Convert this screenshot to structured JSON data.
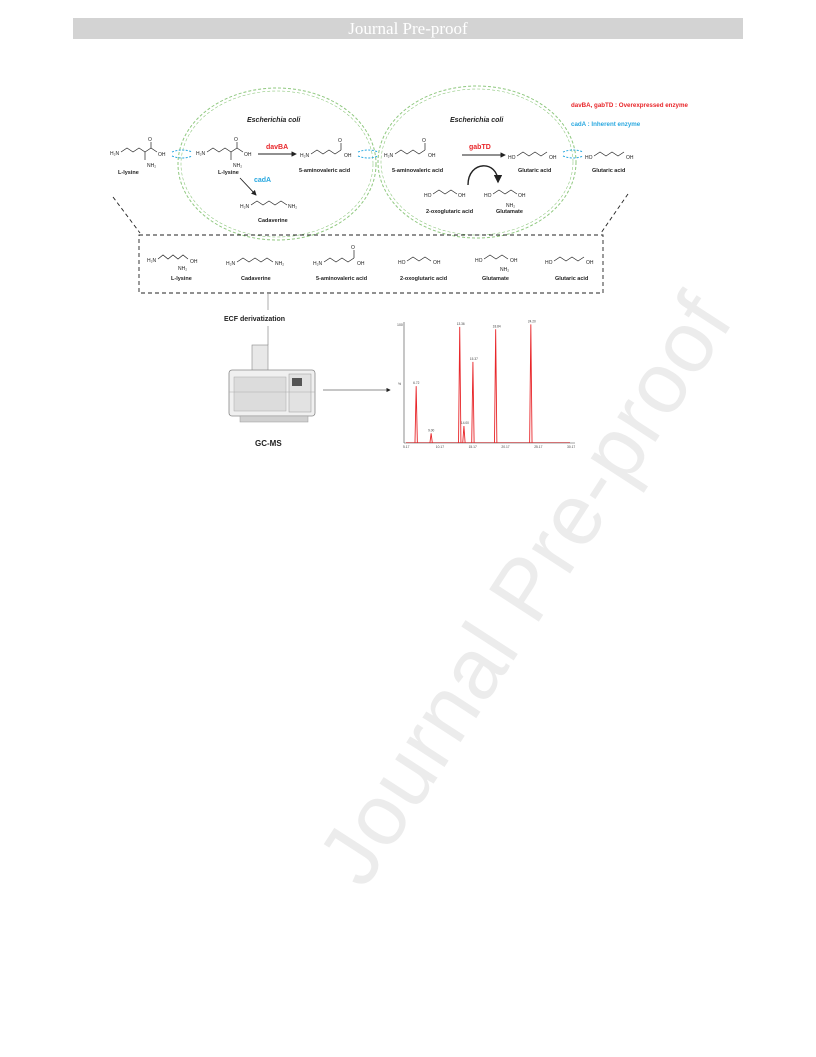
{
  "header": {
    "banner_text": "Journal Pre-proof"
  },
  "watermark": {
    "text": "Journal Pre-proof"
  },
  "legend": {
    "overexpressed": "davBA, gabTD : Overexpressed enzyme",
    "inherent": "cadA : Inherent enzyme",
    "overexpressed_color": "#e8262a",
    "inherent_color": "#29a8e0"
  },
  "cell1": {
    "title": "Escherichia coli"
  },
  "cell2": {
    "title": "Escherichia coli"
  },
  "enzymes": {
    "davBA": "davBA",
    "cadA": "cadA",
    "gabTD": "gabTD"
  },
  "molecules": {
    "l_lysine": "L-lysine",
    "cadaverine": "Cadaverine",
    "aminovaleric": "5-aminovaleric acid",
    "oxoglutaric": "2-oxoglutaric acid",
    "glutamate": "Glutamate",
    "glutaric": "Glutaric acid"
  },
  "atoms": {
    "h2n": "H₂N",
    "nh2": "NH₂",
    "oh": "OH",
    "ho": "HO",
    "o": "O"
  },
  "steps": {
    "derivatization": "ECF derivatization",
    "instrument": "GC-MS"
  },
  "chart_data": {
    "type": "line",
    "title": "",
    "xlabel": "",
    "ylabel": "",
    "y_ticks": [
      "100",
      "%"
    ],
    "x_ticks": [
      "5.17",
      "10.17",
      "15.17",
      "20.17",
      "25.17",
      "30.17"
    ],
    "xlim": [
      5.17,
      30.17
    ],
    "ylim": [
      0,
      100
    ],
    "series": [
      {
        "peaks": [
          {
            "x": 6.72,
            "y": 47,
            "label": "6.72"
          },
          {
            "x": 9.0,
            "y": 8,
            "label": "9.00"
          },
          {
            "x": 13.36,
            "y": 96,
            "label": "13.36"
          },
          {
            "x": 14.0,
            "y": 14,
            "label": "14.00"
          },
          {
            "x": 15.37,
            "y": 67,
            "label": "15.37"
          },
          {
            "x": 18.84,
            "y": 94,
            "label": "18.84"
          },
          {
            "x": 24.2,
            "y": 98,
            "label": "24.20"
          }
        ]
      }
    ],
    "line_color": "#e8262a"
  }
}
